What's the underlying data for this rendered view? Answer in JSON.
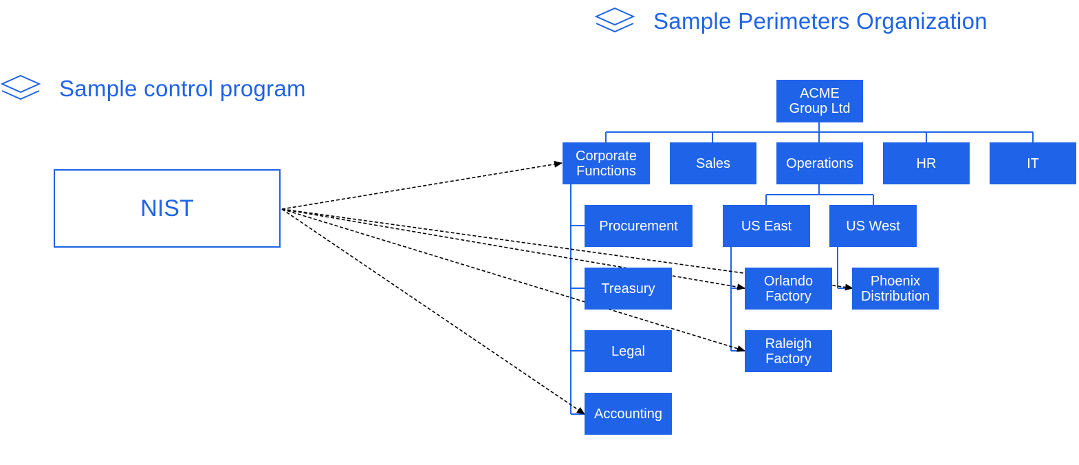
{
  "headings": {
    "perimeters": "Sample Perimeters Organization",
    "control": "Sample control program"
  },
  "icons": {
    "layers": "layers-icon"
  },
  "colors": {
    "accent": "#1f63e8",
    "arrow": "#000000"
  },
  "program": {
    "label": "NIST"
  },
  "org": {
    "root": "ACME\nGroup Ltd",
    "level1": [
      "Corporate\nFunctions",
      "Sales",
      "Operations",
      "HR",
      "IT"
    ],
    "corporate_children": [
      "Procurement",
      "Treasury",
      "Legal",
      "Accounting"
    ],
    "operations_children": [
      "US East",
      "US West"
    ],
    "us_east_children": [
      "Orlando\nFactory",
      "Raleigh\nFactory"
    ],
    "us_west_children": [
      "Phoenix\nDistribution"
    ]
  },
  "mappings": [
    {
      "from": "NIST",
      "to": "Corporate Functions"
    },
    {
      "from": "NIST",
      "to": "Orlando Factory"
    },
    {
      "from": "NIST",
      "to": "Phoenix Distribution"
    },
    {
      "from": "NIST",
      "to": "Raleigh Factory"
    },
    {
      "from": "NIST",
      "to": "Accounting"
    }
  ]
}
